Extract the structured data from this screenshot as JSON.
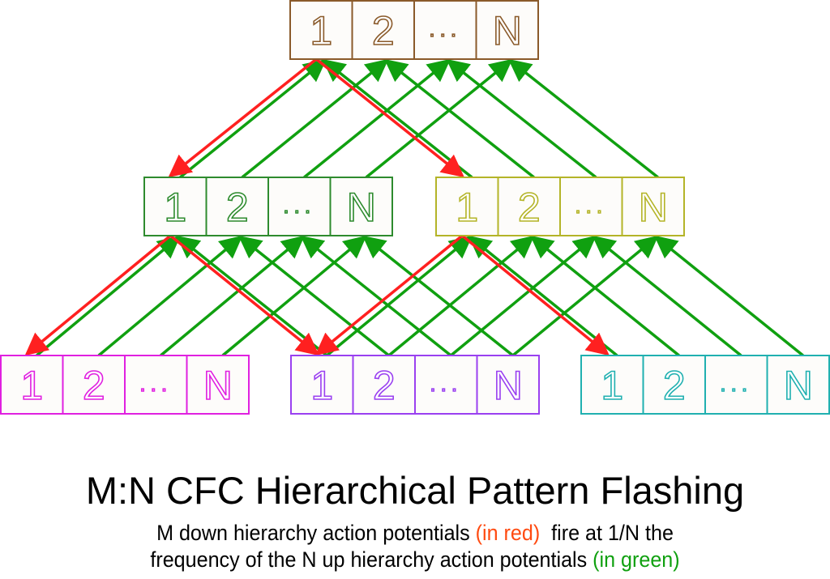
{
  "cell_labels": [
    "1",
    "2",
    "...",
    "N"
  ],
  "groups": [
    {
      "id": "top",
      "level": 0,
      "color": "#8a5a2a"
    },
    {
      "id": "mid-left",
      "level": 1,
      "color": "#2e8b2e"
    },
    {
      "id": "mid-right",
      "level": 1,
      "color": "#b4b428"
    },
    {
      "id": "bottom-left",
      "level": 2,
      "color": "#e020e0"
    },
    {
      "id": "bottom-middle",
      "level": 2,
      "color": "#9a40f0"
    },
    {
      "id": "bottom-right",
      "level": 2,
      "color": "#20b0b0"
    }
  ],
  "arrow_colors": {
    "down": "#ff2020",
    "up": "#10a010"
  },
  "title": "M:N CFC Hierarchical Pattern Flashing",
  "subtitle": {
    "line1_a": "M down hierarchy action potentials ",
    "line1_red": "(in red)",
    "line1_b": "  fire at 1/N the",
    "line2_a": "frequency of the N up hierarchy action potentials ",
    "line2_green": "(in green)",
    "red_color": "#ff4a10",
    "green_color": "#10a010"
  }
}
